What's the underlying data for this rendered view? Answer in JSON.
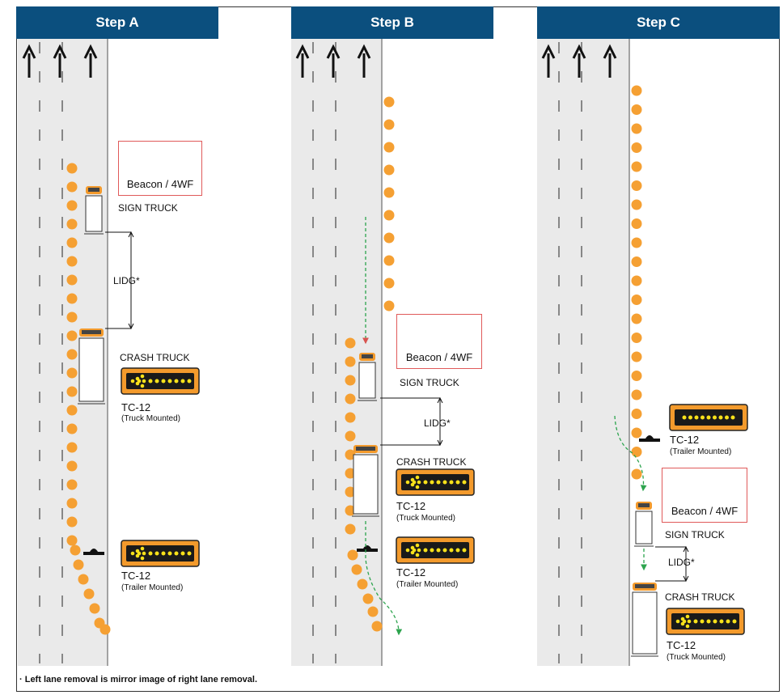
{
  "headers": [
    "Step A",
    "Step B",
    "Step C"
  ],
  "labels": {
    "beacon": "Beacon / 4WF",
    "sign_truck": "SIGN TRUCK",
    "crash_truck": "CRASH TRUCK",
    "lidg": "LIDG*",
    "tc12": "TC-12",
    "truck_mounted": "(Truck Mounted)",
    "trailer_mounted": "(Trailer Mounted)"
  },
  "footnote": "· Left lane removal is mirror image of right lane removal.",
  "colors": {
    "header": "#0b4f7e",
    "road": "#eaeaea",
    "cone": "#f5a033",
    "sign": "#f39a2c",
    "light": "#f7e11a",
    "beacon": "#f5b82e",
    "path": "#2da44e",
    "box_border": "#e05a5a"
  },
  "icons": [
    "up-arrow-icon",
    "traffic-cone-icon",
    "beacon-icon",
    "truck-icon",
    "arrow-board-icon",
    "trailer-icon"
  ]
}
